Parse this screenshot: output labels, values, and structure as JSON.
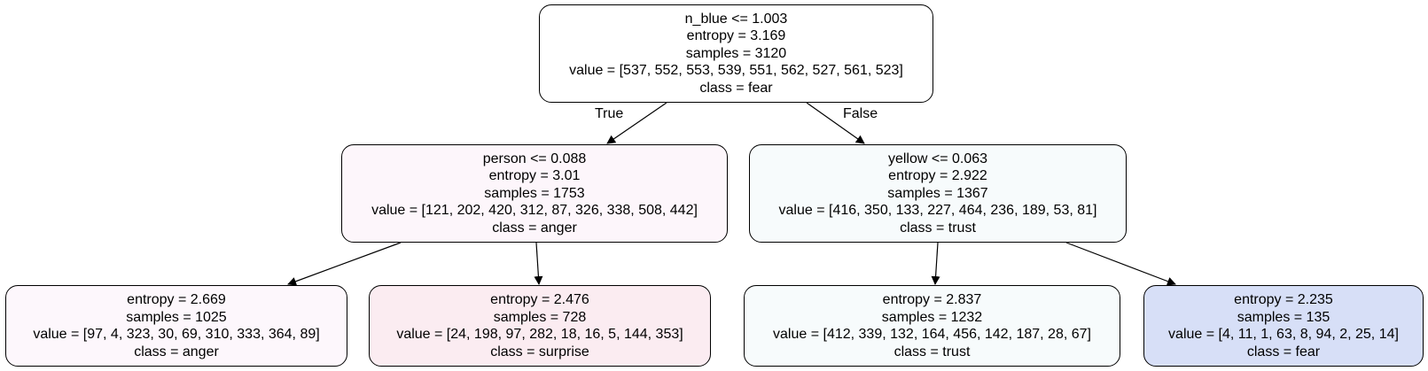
{
  "colors": {
    "node_border": "#000000",
    "edge": "#000000",
    "node_0": "#ffffff",
    "node_1": "#fdf6fb",
    "node_2": "#f7fbfc",
    "node_3": "#fdf7fc",
    "node_4": "#fbecf1",
    "node_5": "#f7fbfc",
    "node_6": "#d7dff7"
  },
  "tree": {
    "root": {
      "split": "n_blue <= 1.003",
      "entropy": "entropy = 3.169",
      "samples": "samples = 3120",
      "value": "value = [537, 552, 553, 539, 551, 562, 527, 561, 523]",
      "class": "class = fear"
    },
    "left": {
      "split": "person <= 0.088",
      "entropy": "entropy = 3.01",
      "samples": "samples = 1753",
      "value": "value = [121, 202, 420, 312, 87, 326, 338, 508, 442]",
      "class": "class = anger"
    },
    "right": {
      "split": "yellow <= 0.063",
      "entropy": "entropy = 2.922",
      "samples": "samples = 1367",
      "value": "value = [416, 350, 133, 227, 464, 236, 189, 53, 81]",
      "class": "class = trust"
    },
    "left_left": {
      "entropy": "entropy = 2.669",
      "samples": "samples = 1025",
      "value": "value = [97, 4, 323, 30, 69, 310, 333, 364, 89]",
      "class": "class = anger"
    },
    "left_right": {
      "entropy": "entropy = 2.476",
      "samples": "samples = 728",
      "value": "value = [24, 198, 97, 282, 18, 16, 5, 144, 353]",
      "class": "class = surprise"
    },
    "right_left": {
      "entropy": "entropy = 2.837",
      "samples": "samples = 1232",
      "value": "value = [412, 339, 132, 164, 456, 142, 187, 28, 67]",
      "class": "class = trust"
    },
    "right_right": {
      "entropy": "entropy = 2.235",
      "samples": "samples = 135",
      "value": "value = [4, 11, 1, 63, 8, 94, 2, 25, 14]",
      "class": "class = fear"
    }
  },
  "edge_labels": {
    "true": "True",
    "false": "False"
  }
}
